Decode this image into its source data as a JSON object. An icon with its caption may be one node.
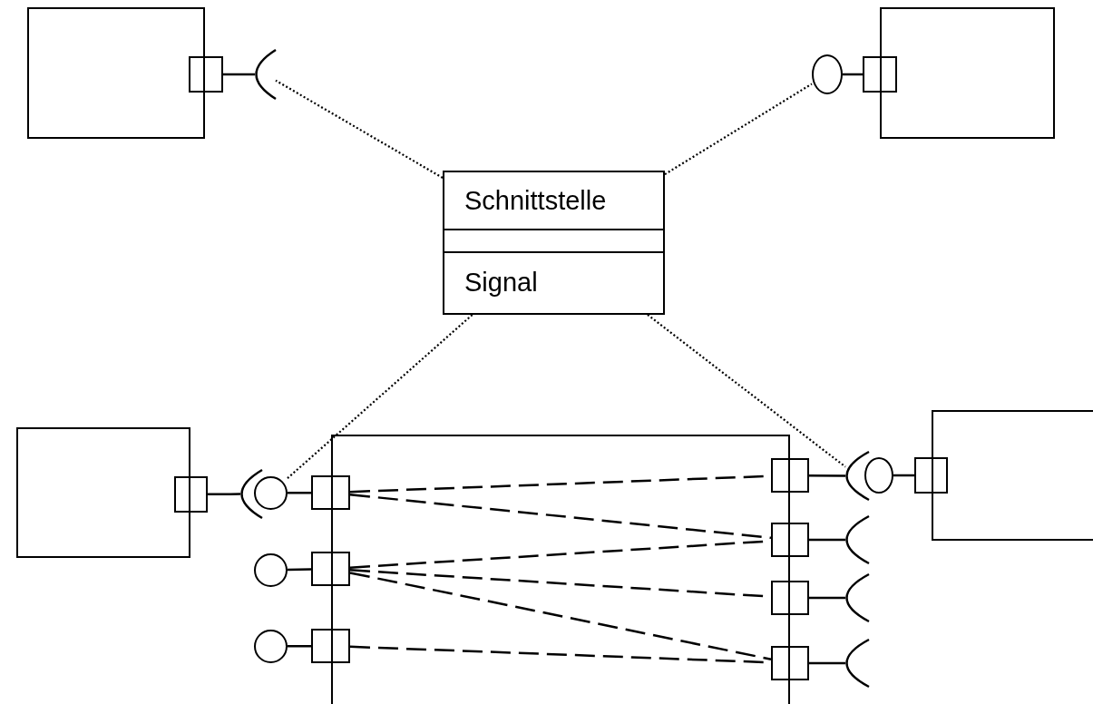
{
  "diagram": {
    "nodes": [
      {
        "text": [
          "Schnittstelle",
          "Signal"
        ]
      },
      {
        "text": [],
        "shape": "box"
      },
      {
        "text": [],
        "shape": "box"
      },
      {
        "text": [],
        "shape": "box"
      },
      {
        "text": [],
        "shape": "box"
      },
      {
        "text": [],
        "shape": "box"
      },
      {
        "text": [],
        "shape": "box"
      },
      {
        "text": [],
        "shape": "box"
      },
      {
        "text": [],
        "shape": "box"
      },
      {
        "text": [],
        "shape": "box"
      },
      {
        "text": [],
        "shape": "box",
        "in": 5
      },
      {
        "text": [],
        "shape": "box",
        "in": 5
      },
      {
        "text": [],
        "shape": "box",
        "in": 5
      },
      {
        "text": [],
        "shape": "box",
        "in": 5
      },
      {
        "text": [],
        "shape": "box",
        "in": 5
      },
      {
        "text": [],
        "shape": "box",
        "in": 5
      },
      {
        "text": [],
        "shape": "box",
        "in": 5
      },
      {
        "text": [],
        "shape": "arc"
      },
      {
        "text": [],
        "shape": "circle"
      },
      {
        "text": [],
        "shape": "arc"
      },
      {
        "text": [],
        "shape": "circle"
      },
      {
        "text": [],
        "shape": "circle"
      },
      {
        "text": [],
        "shape": "circle"
      },
      {
        "text": [],
        "shape": "arc"
      },
      {
        "text": [],
        "shape": "circle"
      },
      {
        "text": [],
        "shape": "arc"
      },
      {
        "text": [],
        "shape": "arc"
      },
      {
        "text": [],
        "shape": "arc"
      }
    ],
    "edges": [
      {
        "from": 6,
        "to": 17,
        "arrow": "none"
      },
      {
        "from": 7,
        "to": 18,
        "arrow": "none"
      },
      {
        "from": 8,
        "to": 19,
        "arrow": "none"
      },
      {
        "from": 10,
        "to": 20,
        "arrow": "none"
      },
      {
        "from": 11,
        "to": 21,
        "arrow": "none"
      },
      {
        "from": 12,
        "to": 22,
        "arrow": "none"
      },
      {
        "from": 13,
        "to": 23,
        "arrow": "none"
      },
      {
        "from": 9,
        "to": 24,
        "arrow": "none"
      },
      {
        "from": 14,
        "to": 25,
        "arrow": "none"
      },
      {
        "from": 15,
        "to": 26,
        "arrow": "none"
      },
      {
        "from": 16,
        "to": 27,
        "arrow": "none"
      },
      {
        "from": 0,
        "to": 17,
        "arrow": "none",
        "style": "dashed"
      },
      {
        "from": 0,
        "to": 18,
        "arrow": "none",
        "style": "dashed"
      },
      {
        "from": 0,
        "to": 20,
        "arrow": "none",
        "style": "dashed"
      },
      {
        "from": 0,
        "to": 23,
        "arrow": "none",
        "style": "dashed"
      },
      {
        "from": 10,
        "to": 13,
        "arrow": "none",
        "style": "dashed"
      },
      {
        "from": 10,
        "to": 14,
        "arrow": "none",
        "style": "dashed"
      },
      {
        "from": 11,
        "to": 14,
        "arrow": "none",
        "style": "dashed"
      },
      {
        "from": 11,
        "to": 15,
        "arrow": "none",
        "style": "dashed"
      },
      {
        "from": 11,
        "to": 16,
        "arrow": "none",
        "style": "dashed"
      },
      {
        "from": 12,
        "to": 16,
        "arrow": "none",
        "style": "dashed"
      }
    ]
  }
}
